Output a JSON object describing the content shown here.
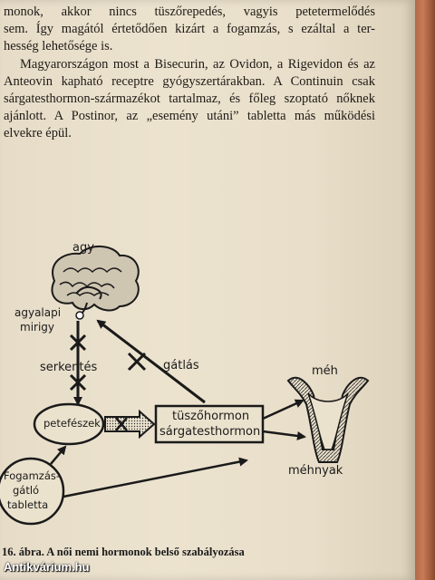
{
  "text_lines": [
    "monok, akkor nincs tüszőrepedés, vagyis petetermelődés",
    "sem. Így magától értetődően kizárt a fogamzás, s ezáltal a ter-",
    "hesség lehetősége is."
  ],
  "paragraph2": "Magyarországon most a Bisecurin, az Ovidon, a Rigevidon és az Anteovin kapható receptre gyógyszertárakban. A Continuin csak sárgatesthormon-származékot tartalmaz, és főleg szoptató nőknek ajánlott. A Postinor, az „esemény utáni” tabletta más működési elvekre épül.",
  "diagram": {
    "agy": "agy",
    "agyalapi_1": "agyalapi",
    "agyalapi_2": "mirigy",
    "serkentes": "serkentés",
    "gatlas": "gátlás",
    "meh": "méh",
    "petefeszek": "petefészek",
    "hormon_1": "tüszőhormon",
    "hormon_2": "sárgatesthormon",
    "mehnyak": "méhnyak",
    "tabletta_1": "Fogamzás-",
    "tabletta_2": "gátló",
    "tabletta_3": "tabletta"
  },
  "caption": "16. ábra. A női nemi hormonok belső szabályozása",
  "watermark": "Antikvárium.hu"
}
